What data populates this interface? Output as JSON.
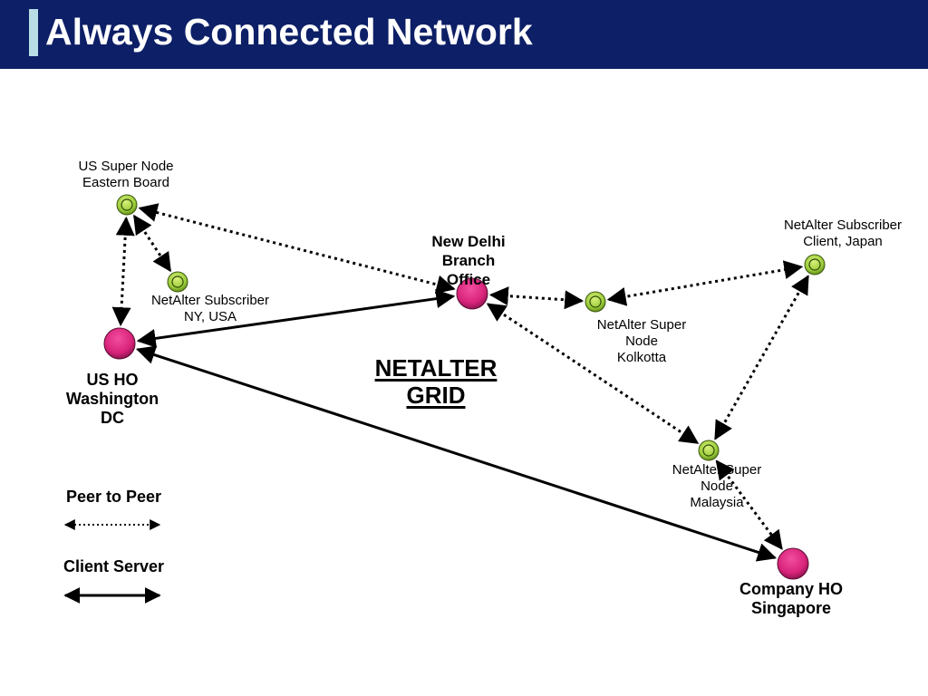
{
  "header": {
    "title": "Always Connected Network"
  },
  "colors": {
    "header_bg": "#0d1f66",
    "header_accent": "#b8dde4",
    "hub_node": "#e0287e",
    "super_node": "#9ccc3a"
  },
  "center_label": {
    "line1": "NETALTER",
    "line2": "GRID"
  },
  "nodes": {
    "us_super": {
      "line1": "US Super Node",
      "line2": "Eastern Board",
      "type": "super"
    },
    "ny_sub": {
      "line1": "NetAlter Subscriber",
      "line2": "NY, USA",
      "type": "super"
    },
    "us_ho": {
      "line1": "US HO",
      "line2": "Washington",
      "line3": "DC",
      "type": "hub"
    },
    "new_delhi": {
      "line1": "New Delhi",
      "line2": "Branch",
      "line3": "Office",
      "type": "hub"
    },
    "kolkotta": {
      "line1": "NetAlter Super",
      "line2": "Node",
      "line3": "Kolkotta",
      "type": "super"
    },
    "japan": {
      "line1": "NetAlter Subscriber",
      "line2": "Client, Japan",
      "type": "super"
    },
    "malaysia": {
      "line1": "NetAlter Super",
      "line2": "Node",
      "line3": "Malaysia",
      "type": "super"
    },
    "singapore": {
      "line1": "Company HO",
      "line2": "Singapore",
      "type": "hub"
    }
  },
  "links": [
    {
      "from": "us_super",
      "to": "us_ho",
      "kind": "peer-to-peer"
    },
    {
      "from": "us_super",
      "to": "ny_sub",
      "kind": "peer-to-peer"
    },
    {
      "from": "new_delhi",
      "to": "us_super",
      "kind": "peer-to-peer"
    },
    {
      "from": "new_delhi",
      "to": "us_ho",
      "kind": "client-server"
    },
    {
      "from": "new_delhi",
      "to": "kolkotta",
      "kind": "peer-to-peer"
    },
    {
      "from": "kolkotta",
      "to": "japan",
      "kind": "peer-to-peer"
    },
    {
      "from": "new_delhi",
      "to": "malaysia",
      "kind": "peer-to-peer"
    },
    {
      "from": "japan",
      "to": "malaysia",
      "kind": "peer-to-peer"
    },
    {
      "from": "malaysia",
      "to": "singapore",
      "kind": "peer-to-peer"
    },
    {
      "from": "us_ho",
      "to": "singapore",
      "kind": "client-server"
    }
  ],
  "legend": {
    "peer_to_peer": "Peer to Peer",
    "client_server": "Client Server"
  }
}
